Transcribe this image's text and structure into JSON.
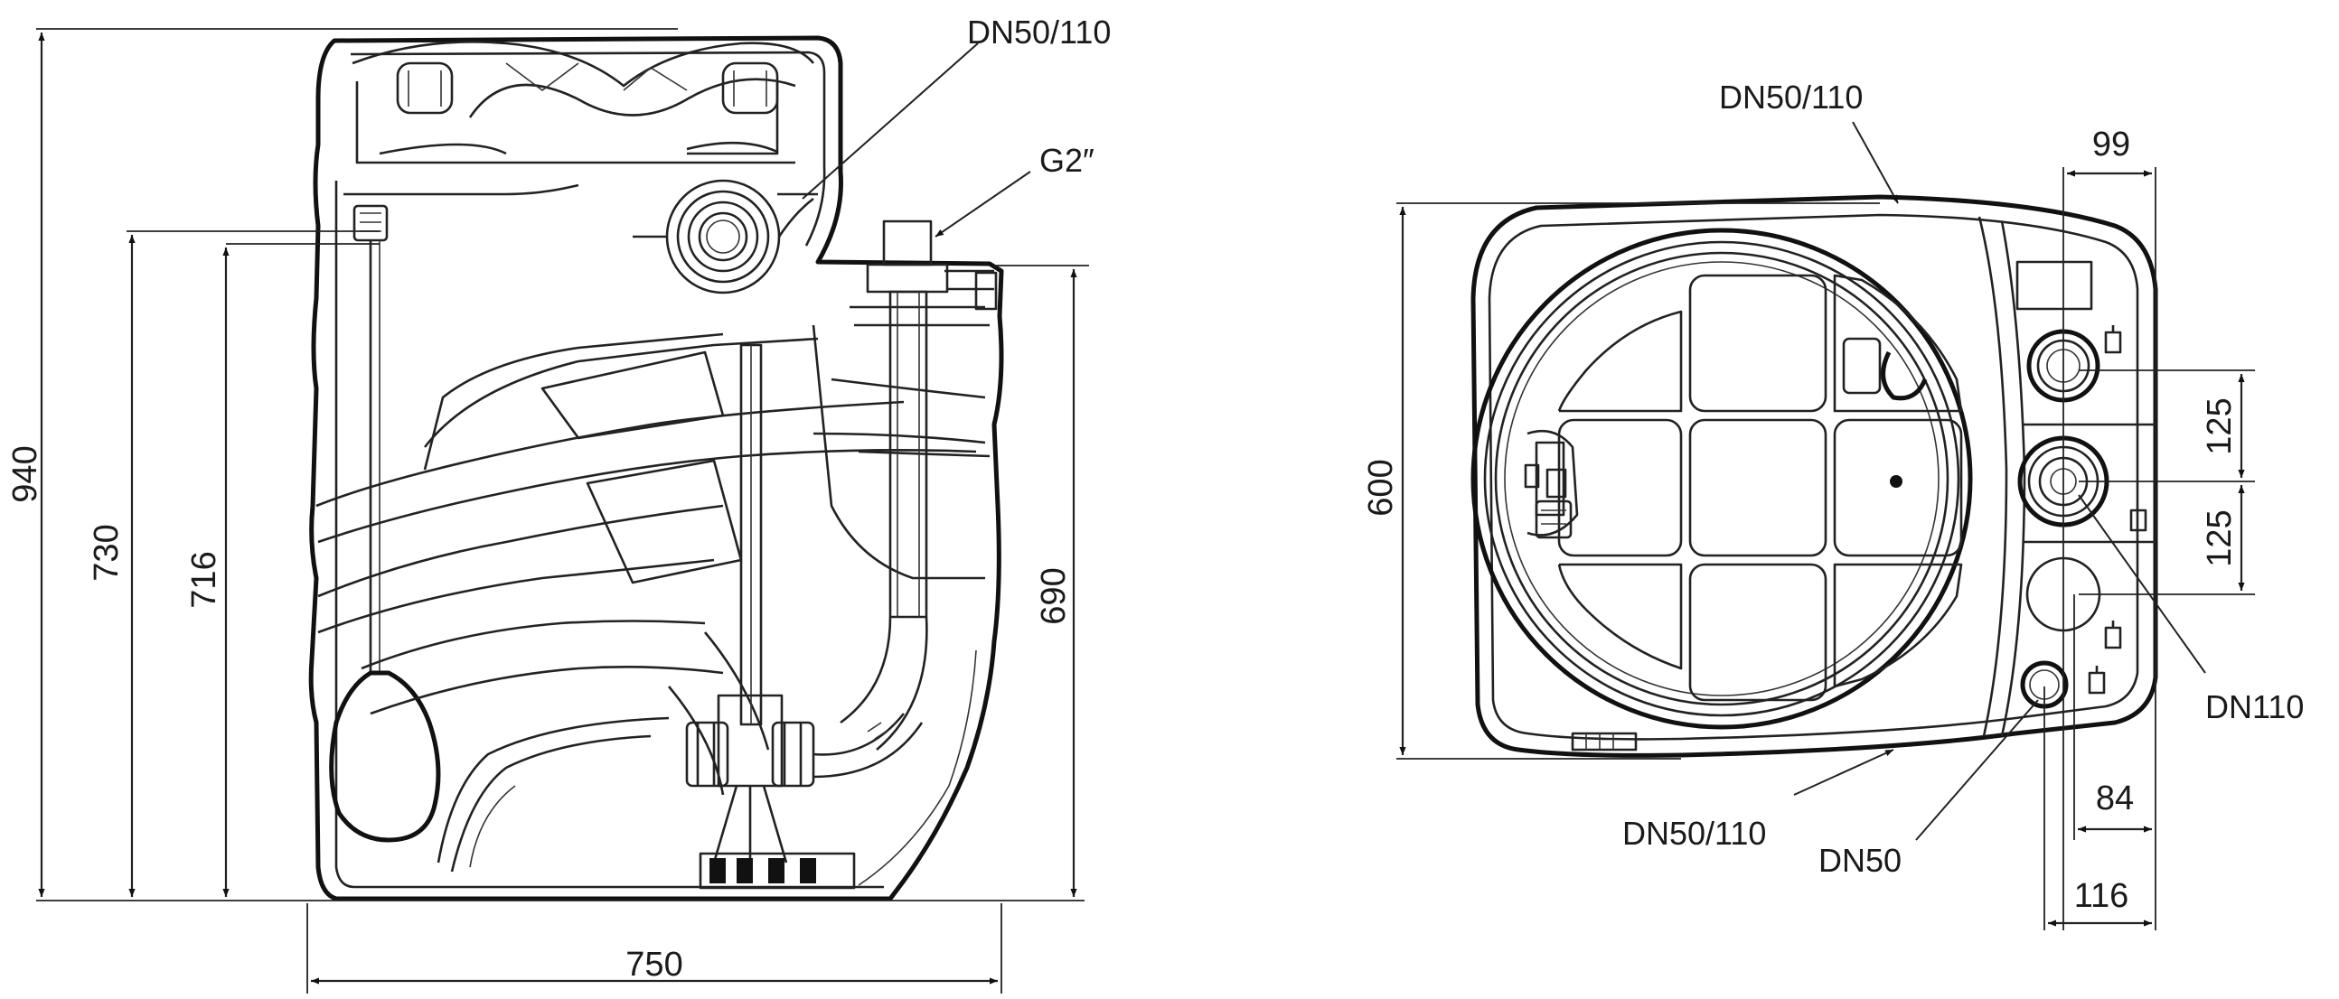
{
  "side_view": {
    "dimensions": {
      "overall_height": "940",
      "inlet_height_upper": "730",
      "inlet_height_lower": "716",
      "outlet_height": "690",
      "width": "750"
    },
    "callouts": {
      "top_inlet": "DN50/110",
      "outlet_thread": "G2″"
    }
  },
  "top_view": {
    "dimensions": {
      "depth": "600",
      "offset_top": "99",
      "spacing_upper": "125",
      "spacing_lower": "125",
      "offset_84": "84",
      "offset_116": "116"
    },
    "callouts": {
      "top_connection": "DN50/110",
      "bottom_connection": "DN50/110",
      "small_connection": "DN50",
      "large_connection": "DN110"
    }
  }
}
